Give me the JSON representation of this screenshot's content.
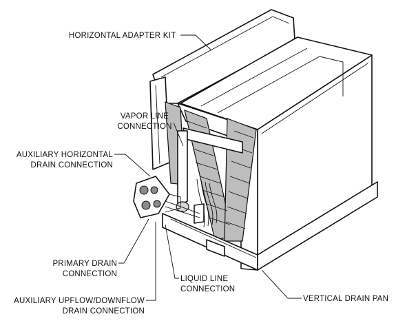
{
  "callouts": {
    "horizontal_adapter_kit": "HORIZONTAL ADAPTER KIT",
    "vapor_line": [
      "VAPOR LINE",
      "CONNECTION"
    ],
    "aux_horizontal_drain": [
      "AUXILIARY HORIZONTAL",
      "DRAIN CONNECTION"
    ],
    "primary_drain": [
      "PRIMARY DRAIN",
      "CONNECTION"
    ],
    "liquid_line": [
      "LIQUID LINE",
      "CONNECTION"
    ],
    "vertical_drain_pan": "VERTICAL DRAIN PAN",
    "aux_upflow_downflow_drain": [
      "AUXILIARY UPFLOW/DOWNFLOW",
      "DRAIN CONNECTION"
    ]
  }
}
